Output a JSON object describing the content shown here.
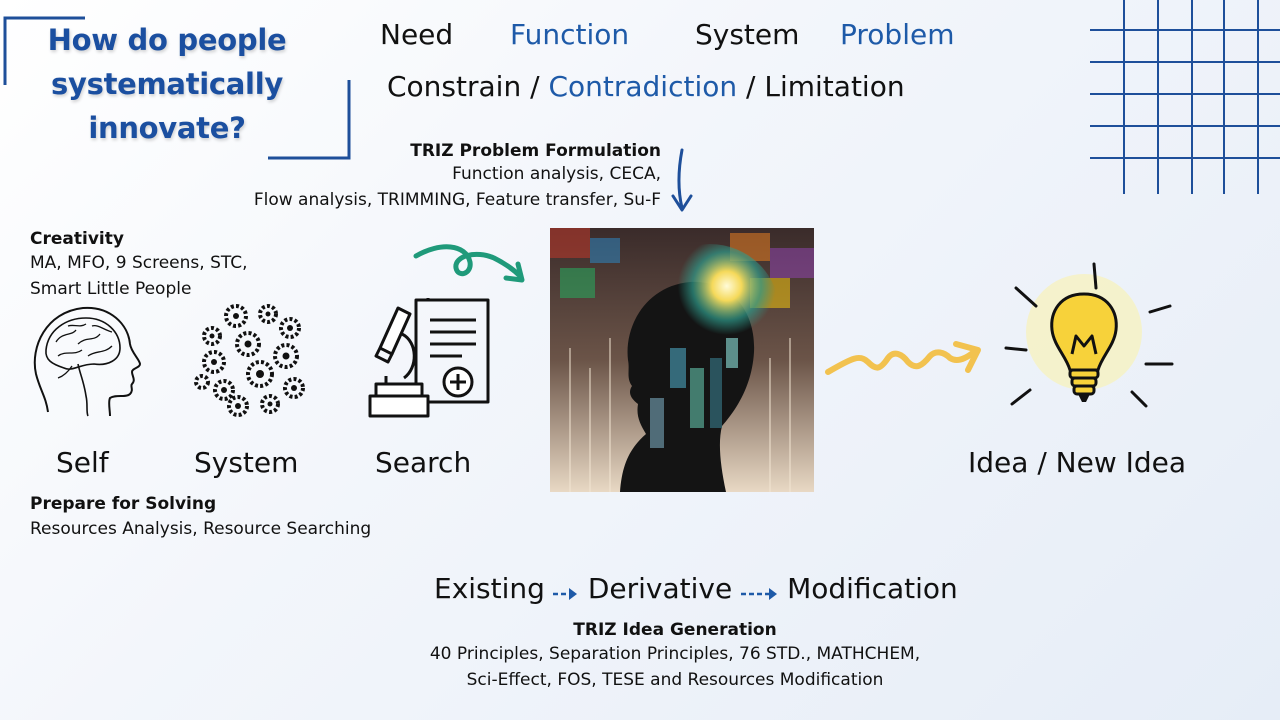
{
  "title": {
    "line1": "How do people",
    "line2": "systematically",
    "line3": "innovate?"
  },
  "keywords": {
    "row1": [
      "Need",
      "Function",
      "System",
      "Problem"
    ],
    "row2": {
      "a": "Constrain",
      "sep1": "/",
      "b": "Contradiction",
      "sep2": "/",
      "c": "Limitation"
    }
  },
  "triz_formulation": {
    "heading": "TRIZ Problem Formulation",
    "line1": "Function analysis, CECA,",
    "line2": "Flow analysis, TRIMMING, Feature transfer, Su-F"
  },
  "creativity": {
    "heading": "Creativity",
    "line1": "MA, MFO, 9 Screens, STC,",
    "line2": "Smart Little People"
  },
  "pillars": {
    "self": "Self",
    "system": "System",
    "search": "Search"
  },
  "prepare": {
    "heading": "Prepare for Solving",
    "line1": "Resources Analysis, Resource Searching"
  },
  "idea_label": "Idea / New Idea",
  "flow": {
    "existing": "Existing",
    "derivative": "Derivative",
    "modification": "Modification"
  },
  "triz_generation": {
    "heading": "TRIZ Idea Generation",
    "line1": "40 Principles, Separation Principles, 76 STD., MATHCHEM,",
    "line2": "Sci-Effect, FOS, TESE and Resources Modification"
  },
  "colors": {
    "brand_blue": "#1e5aa8",
    "title_blue": "#1b4fa0",
    "teal_arrow": "#1f9a7a",
    "yellow_arrow": "#f2c24f"
  },
  "icons": [
    "brain-head-icon",
    "gears-cluster-icon",
    "microscope-document-icon",
    "lightbulb-icon",
    "ai-head-image"
  ]
}
